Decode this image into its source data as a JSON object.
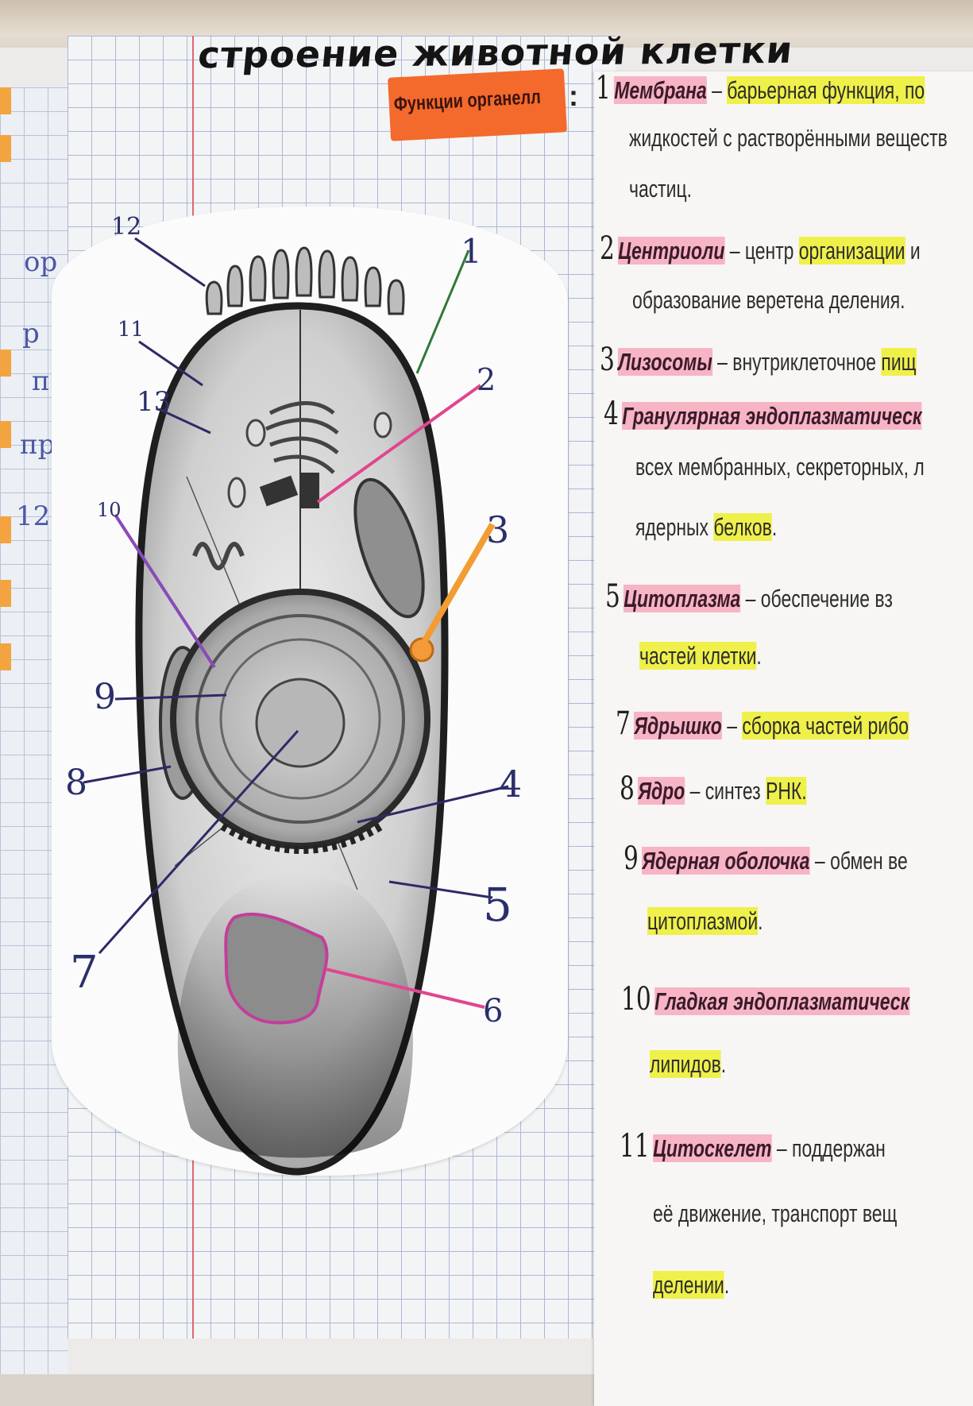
{
  "header": {
    "title": "строение животной клетки",
    "subtitle": "Функции органелл",
    "colon": ":"
  },
  "left_margin": {
    "scribbles": [
      "ор",
      "р",
      "п",
      "пр",
      "12"
    ]
  },
  "diagram": {
    "labels": [
      "12",
      "11",
      "13",
      "1",
      "2",
      "10",
      "3",
      "9",
      "8",
      "4",
      "5",
      "7",
      "6"
    ]
  },
  "entries": [
    {
      "num": "1",
      "term": "Мембрана",
      "dash": " – ",
      "rest_hl": "барьерная функция, по",
      "lines": [
        "жидкостей с растворёнными веществ",
        "частиц."
      ]
    },
    {
      "num": "2",
      "term": "Центриоли",
      "dash": " – ",
      "rest_a": "центр ",
      "rest_hl": "организации",
      "rest_b": " и",
      "lines": [
        "образование веретена деления."
      ]
    },
    {
      "num": "3",
      "term": "Лизосомы",
      "dash": " – ",
      "rest_a": "внутриклеточное ",
      "rest_hl": "пищ"
    },
    {
      "num": "4",
      "term": "Гранулярная эндоплазматическ",
      "lines": [
        "всех мембранных, секреторных, л"
      ],
      "line3_a": "ядерных ",
      "line3_hl": "белков",
      "line3_b": "."
    },
    {
      "num": "5",
      "term": "Цитоплазма",
      "dash": " – ",
      "rest_a": "обеспечение вз",
      "line2_hl": "частей клетки",
      "line2_b": "."
    },
    {
      "num": "7",
      "term": "Ядрышко",
      "dash": " – ",
      "rest_hl": "сборка частей рибо"
    },
    {
      "num": "8",
      "term": "Ядро",
      "dash": " – ",
      "rest_a": "синтез ",
      "rest_hl": "РНК."
    },
    {
      "num": "9",
      "term": "Ядерная оболочка",
      "dash": " – ",
      "rest_a": "обмен ве",
      "line2_hl": "цитоплазмой",
      "line2_b": "."
    },
    {
      "num": "10",
      "term": "Гладкая эндоплазматическ",
      "line2_hl": "липидов",
      "line2_b": "."
    },
    {
      "num": "11",
      "term": "Цитоскелет",
      "dash": " – ",
      "rest_a": "поддержан",
      "line2": "её  движение, транспорт вещ",
      "line3_hl": "делении",
      "line3_b": "."
    }
  ]
}
